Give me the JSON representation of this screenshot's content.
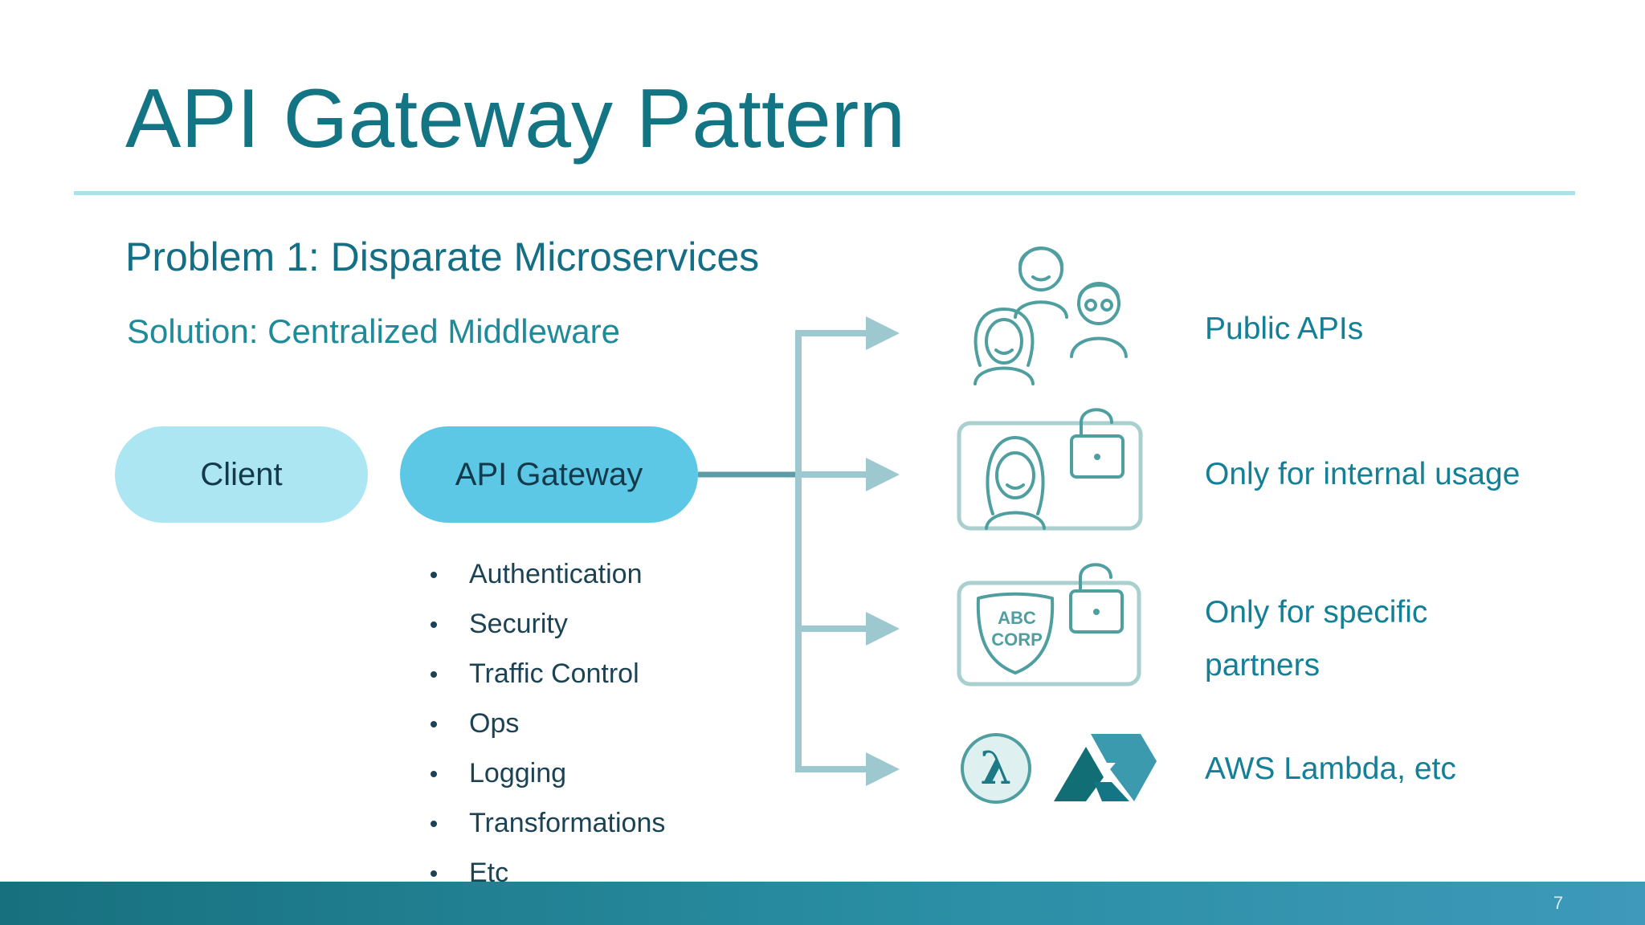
{
  "slide": {
    "title": "API Gateway Pattern",
    "problem": "Problem 1: Disparate Microservices",
    "solution": "Solution: Centralized Middleware",
    "page_number": "7"
  },
  "nodes": {
    "client": "Client",
    "gateway": "API Gateway"
  },
  "features": [
    "Authentication",
    "Security",
    "Traffic Control",
    "Ops",
    "Logging",
    "Transformations",
    "Etc"
  ],
  "targets": [
    {
      "label": "Public APIs",
      "icon": "users-group-icon"
    },
    {
      "label": "Only for internal usage",
      "icon": "internal-user-lock-icon"
    },
    {
      "label": "Only for specific partners",
      "icon": "partner-corp-lock-icon",
      "badge_line1": "ABC",
      "badge_line2": "CORP"
    },
    {
      "label": "AWS Lambda, etc",
      "icon": "lambda-icon"
    }
  ],
  "colors": {
    "title": "#137483",
    "rule": "#a9e3ea",
    "client_fill": "#ade6f3",
    "gateway_fill": "#5cc8e5",
    "connector": "#9ec8d0",
    "icon_stroke": "#4f9fa0",
    "footer": "#2a8ea3"
  }
}
